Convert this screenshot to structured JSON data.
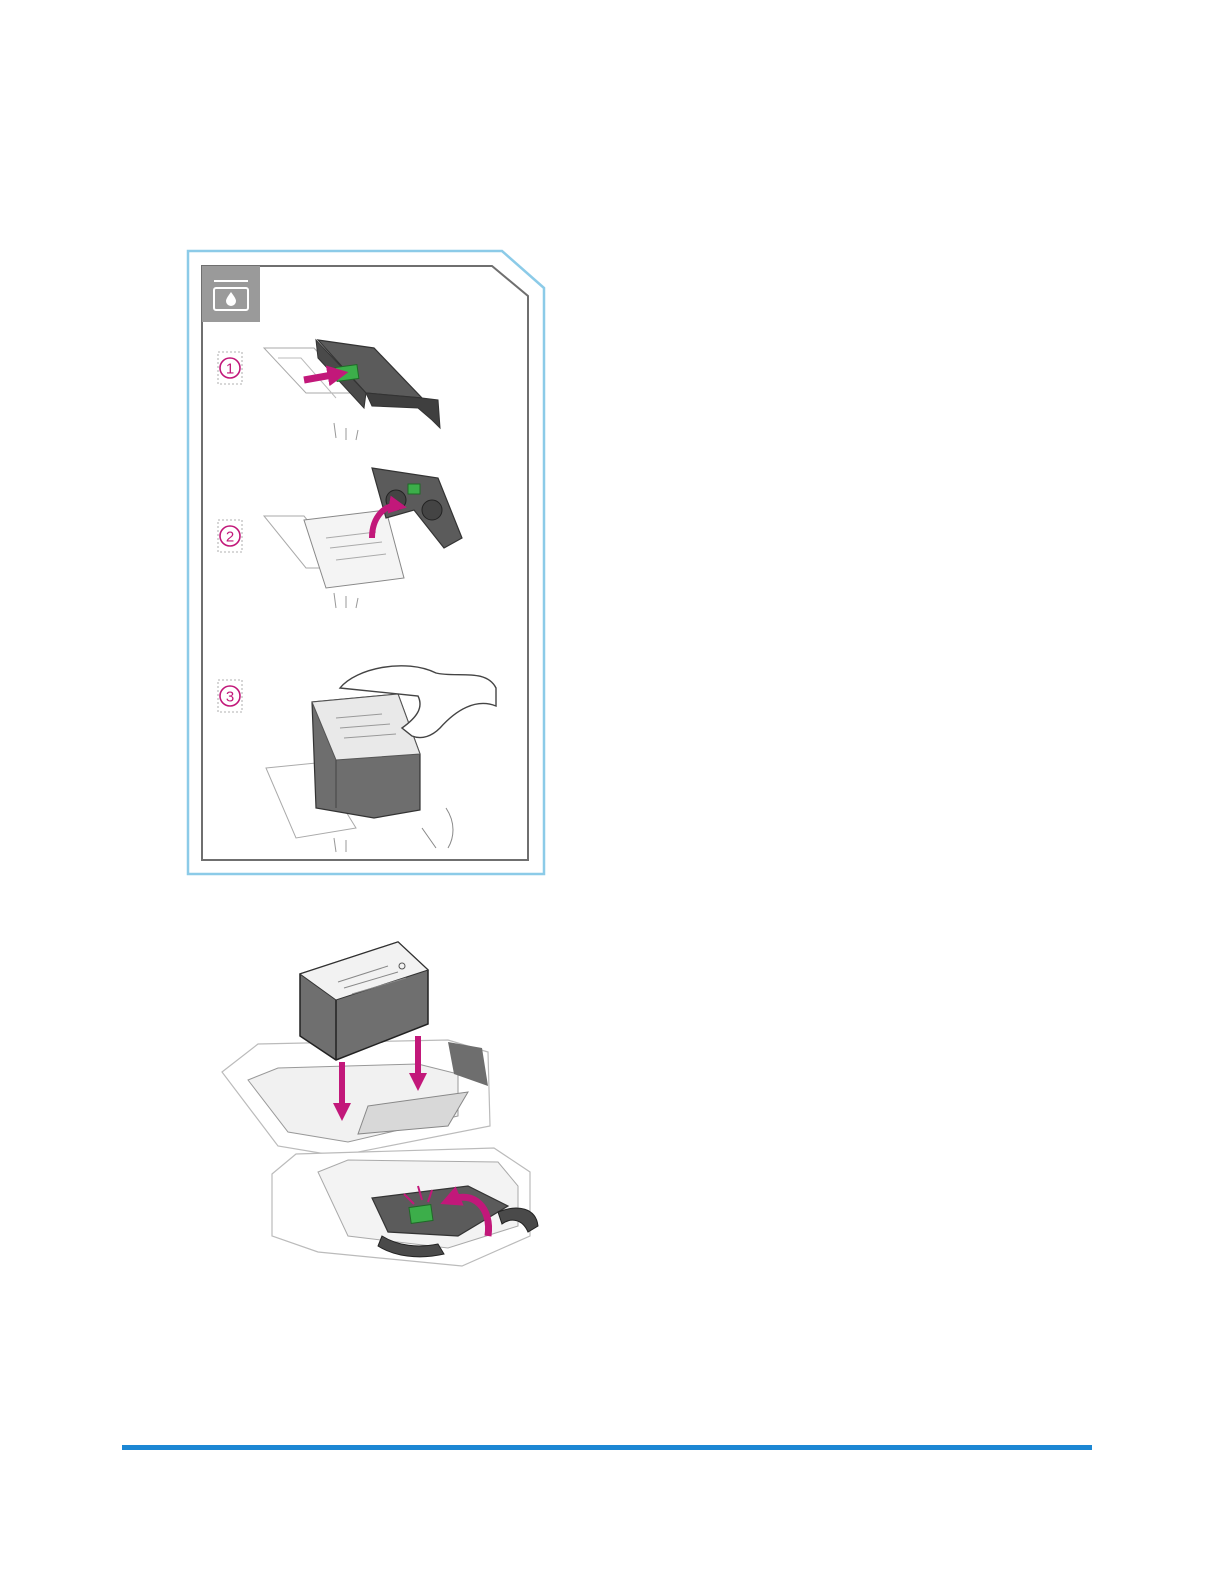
{
  "page": {
    "background": "#ffffff",
    "accent_rule_color": "#1c87d4"
  },
  "instruction_card": {
    "border_color": "#8ccbe8",
    "header_icon": "ink-drop-icon",
    "steps": [
      {
        "number": "1",
        "icon": "release-latch-illustration"
      },
      {
        "number": "2",
        "icon": "open-cover-illustration"
      },
      {
        "number": "3",
        "icon": "remove-cartridge-illustration"
      }
    ]
  },
  "install_figure": {
    "icon": "insert-cartridge-illustration",
    "arrow_color": "#c2187a",
    "latch_color": "#3cae4a"
  }
}
